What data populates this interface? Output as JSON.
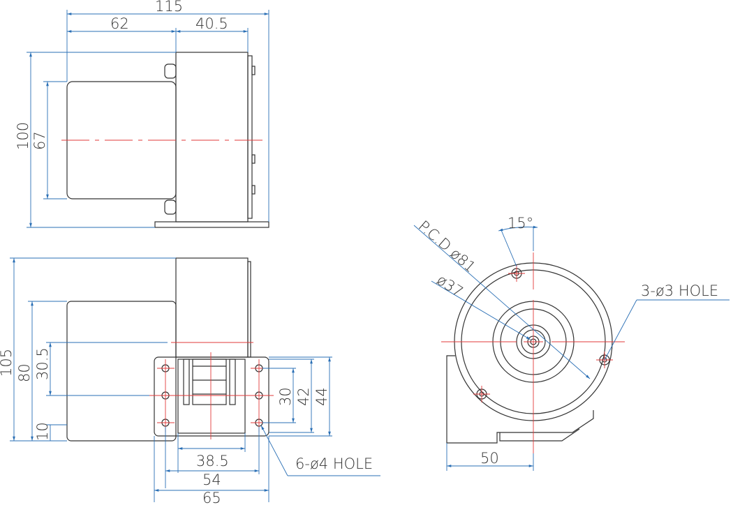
{
  "top_view": {
    "dim_overall_length": "115",
    "dim_motor_length": "62",
    "dim_housing_width": "40.5",
    "dim_overall_height": "100",
    "dim_motor_height": "67"
  },
  "side_view": {
    "dim_total_height": "105",
    "dim_motor_height": "80",
    "dim_center_height": "30.5",
    "dim_base_offset": "10",
    "dim_hole_spacing": "30",
    "dim_inner_height": "42",
    "dim_plate_height": "44",
    "dim_inner_width": "38.5",
    "dim_hole_width": "54",
    "dim_plate_width": "65",
    "hole_note": "6-ø4 HOLE"
  },
  "front_view": {
    "pcd_label": "P.C.D ø81",
    "shaft_label": "ø37",
    "angle_label": "15°",
    "hole_note": "3-ø3 HOLE",
    "dim_offset": "50"
  },
  "colors": {
    "outline": "#333333",
    "dimension": "#2a6fb5",
    "centerline": "#e23a3a"
  }
}
